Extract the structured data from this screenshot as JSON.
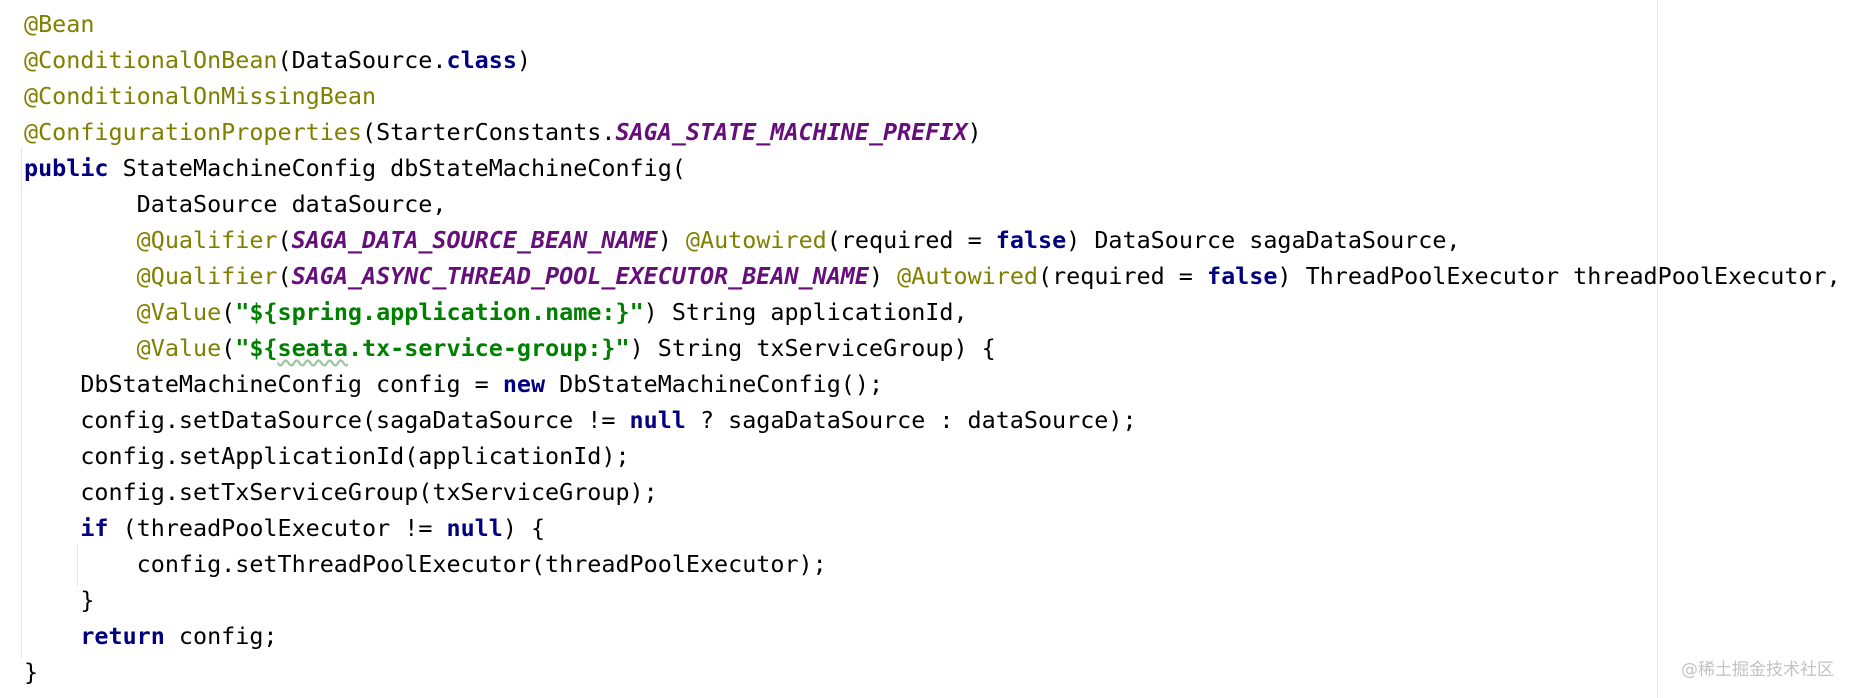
{
  "editor": {
    "lines": [
      [
        {
          "t": "@Bean",
          "c": "ann"
        }
      ],
      [
        {
          "t": "@ConditionalOnBean",
          "c": "ann"
        },
        {
          "t": "(DataSource."
        },
        {
          "t": "class",
          "c": "kw"
        },
        {
          "t": ")"
        }
      ],
      [
        {
          "t": "@ConditionalOnMissingBean",
          "c": "ann"
        }
      ],
      [
        {
          "t": "@ConfigurationProperties",
          "c": "ann"
        },
        {
          "t": "(StarterConstants."
        },
        {
          "t": "SAGA_STATE_MACHINE_PREFIX",
          "c": "const"
        },
        {
          "t": ")"
        }
      ],
      [
        {
          "t": "public",
          "c": "kw"
        },
        {
          "t": " StateMachineConfig dbStateMachineConfig("
        }
      ],
      [
        {
          "t": "        DataSource dataSource,"
        }
      ],
      [
        {
          "t": "        "
        },
        {
          "t": "@Qualifier",
          "c": "ann"
        },
        {
          "t": "("
        },
        {
          "t": "SAGA_DATA_SOURCE_BEAN_NAME",
          "c": "const"
        },
        {
          "t": ") "
        },
        {
          "t": "@Autowired",
          "c": "ann"
        },
        {
          "t": "(required = "
        },
        {
          "t": "false",
          "c": "kw"
        },
        {
          "t": ") DataSource sagaDataSource,"
        }
      ],
      [
        {
          "t": "        "
        },
        {
          "t": "@Qualifier",
          "c": "ann"
        },
        {
          "t": "("
        },
        {
          "t": "SAGA_ASYNC_THREAD_POOL_EXECUTOR_BEAN_NAME",
          "c": "const"
        },
        {
          "t": ") "
        },
        {
          "t": "@Autowired",
          "c": "ann"
        },
        {
          "t": "(required = "
        },
        {
          "t": "false",
          "c": "kw"
        },
        {
          "t": ") ThreadPoolExecutor threadPoolExecutor,"
        }
      ],
      [
        {
          "t": "        "
        },
        {
          "t": "@Value",
          "c": "ann"
        },
        {
          "t": "("
        },
        {
          "t": "\"${spring.application.name:}\"",
          "c": "str"
        },
        {
          "t": ") String applicationId,"
        }
      ],
      [
        {
          "t": "        "
        },
        {
          "t": "@Value",
          "c": "ann"
        },
        {
          "t": "("
        },
        {
          "t": "\"${",
          "c": "str"
        },
        {
          "t": "seata",
          "c": "str squiggle"
        },
        {
          "t": ".tx-service-group:}\"",
          "c": "str"
        },
        {
          "t": ") String txServiceGroup) {"
        }
      ],
      [
        {
          "t": "    DbStateMachineConfig config = "
        },
        {
          "t": "new",
          "c": "kw"
        },
        {
          "t": " DbStateMachineConfig();"
        }
      ],
      [
        {
          "t": "    config.setDataSource(sagaDataSource != "
        },
        {
          "t": "null",
          "c": "kw"
        },
        {
          "t": " ? sagaDataSource : dataSource);"
        }
      ],
      [
        {
          "t": "    config.setApplicationId(applicationId);"
        }
      ],
      [
        {
          "t": "    config.setTxServiceGroup(txServiceGroup);"
        }
      ],
      [
        {
          "t": "    "
        },
        {
          "t": "if",
          "c": "kw"
        },
        {
          "t": " (threadPoolExecutor != "
        },
        {
          "t": "null",
          "c": "kw"
        },
        {
          "t": ") {"
        }
      ],
      [
        {
          "t": "        config.setThreadPoolExecutor(threadPoolExecutor);"
        }
      ],
      [
        {
          "t": "    }"
        }
      ],
      [
        {
          "t": "    "
        },
        {
          "t": "return",
          "c": "kw"
        },
        {
          "t": " config;"
        }
      ],
      [
        {
          "t": "}"
        }
      ]
    ]
  },
  "watermark": {
    "text": "@稀土掘金技术社区"
  },
  "colors": {
    "annotation": "#808000",
    "keyword": "#000080",
    "constant": "#660e7a",
    "string": "#008000",
    "text": "#000000",
    "background": "#ffffff"
  }
}
